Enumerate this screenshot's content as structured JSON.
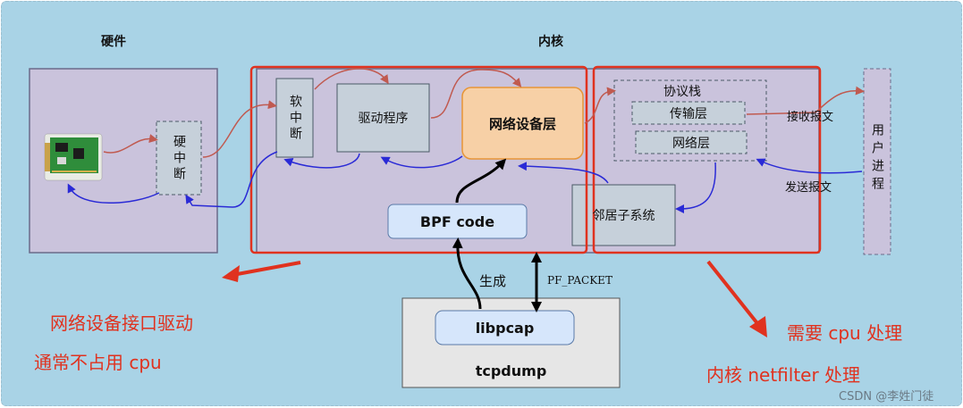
{
  "sections": {
    "hardware": "硬件",
    "kernel": "内核"
  },
  "nodes": {
    "hard_interrupt": "硬中断",
    "soft_interrupt": "软中断",
    "driver": "驱动程序",
    "net_device_layer": "网络设备层",
    "protocol_stack": "协议栈",
    "transport_layer": "传输层",
    "network_layer": "网络层",
    "neighbor_subsystem": "邻居子系统",
    "user_process": "用户进程",
    "bpf_code": "BPF code",
    "libpcap": "libpcap",
    "tcpdump": "tcpdump"
  },
  "edge_labels": {
    "recv_packet": "接收报文",
    "send_packet": "发送报文",
    "generate": "生成",
    "pf_packet": "PF_PACKET"
  },
  "annotations": {
    "driver_note_line1": "网络设备接口驱动",
    "driver_note_line2": "通常不占用 cpu",
    "cpu_note": "需要 cpu 处理",
    "netfilter_note": "内核 netfilter 处理"
  },
  "watermark": "CSDN @李姓门徒",
  "colors": {
    "background": "#a9d3e6",
    "box_fill": "#cac3dc",
    "node_fill": "#c6d0da",
    "highlight_fill": "#f7d0a6",
    "highlight_stroke": "#e79536",
    "bpf_fill": "#d6e6fb",
    "annotation_red": "#e0321f",
    "arrow_blue": "#2a2ad6",
    "arrow_red": "#c05a50"
  }
}
